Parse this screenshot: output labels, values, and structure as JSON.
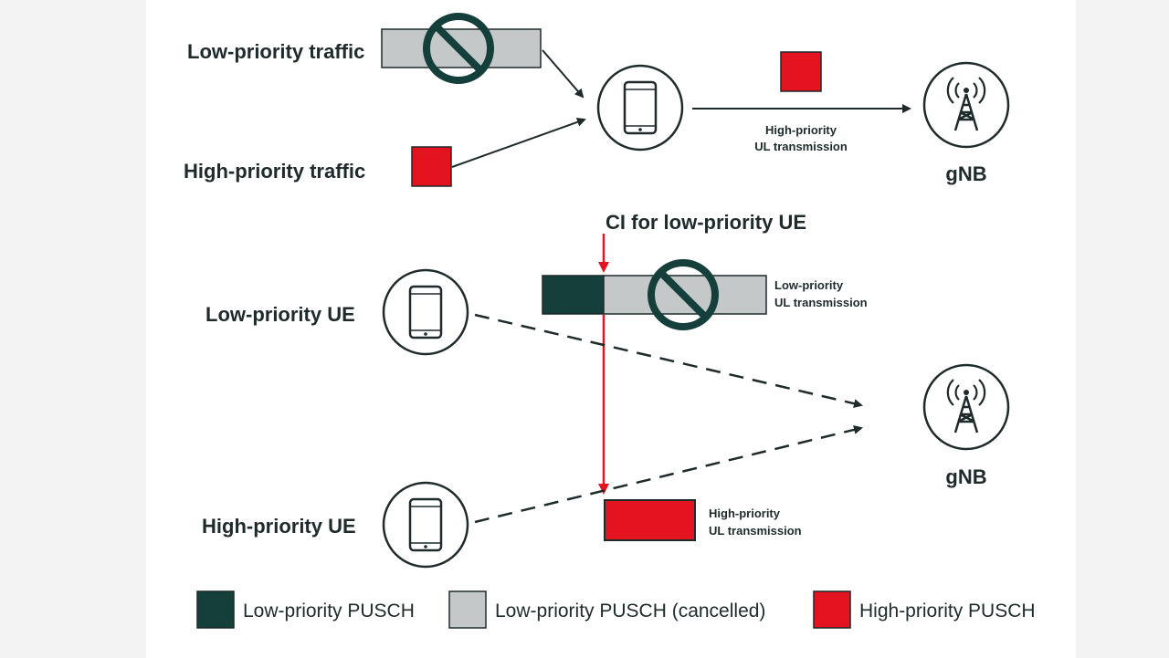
{
  "colors": {
    "low_priority_pusch": "#153f3b",
    "cancelled_pusch": "#c4c8c8",
    "high_priority_pusch": "#e3141f",
    "ink": "#1f2a2a",
    "ci_arrow": "#e3141f"
  },
  "top": {
    "low_traffic_label": "Low-priority traffic",
    "high_traffic_label": "High-priority traffic",
    "ul_label_line1": "High-priority",
    "ul_label_line2": "UL transmission",
    "gnb_label": "gNB"
  },
  "bottom": {
    "ci_label": "CI for low-priority UE",
    "low_ue_label": "Low-priority UE",
    "high_ue_label": "High-priority UE",
    "low_tx_line1": "Low-priority",
    "low_tx_line2": "UL transmission",
    "high_tx_line1": "High-priority",
    "high_tx_line2": "UL transmission",
    "gnb_label": "gNB"
  },
  "legend": {
    "low": "Low-priority PUSCH",
    "cancelled": "Low-priority PUSCH (cancelled)",
    "high": "High-priority PUSCH"
  },
  "icons": [
    "phone-icon",
    "antenna-tower-icon",
    "prohibited-icon"
  ]
}
